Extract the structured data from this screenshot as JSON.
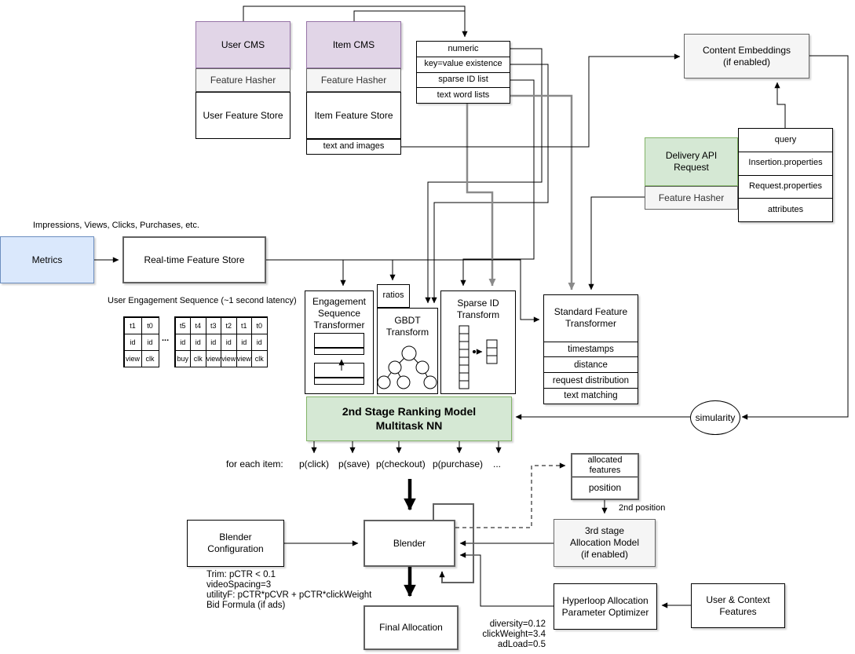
{
  "colors": {
    "purple": "#e1d5e7",
    "purple_border": "#9673a6",
    "green": "#d5e8d4",
    "green_border": "#82b366",
    "blue": "#dae8fc",
    "blue_border": "#6c8ebf",
    "gray": "#f5f5f5",
    "line": "#000000",
    "gray_line": "#8a8a8a"
  },
  "cms": {
    "user": {
      "title": "User CMS",
      "hasher": "Feature Hasher",
      "store": "User Feature Store"
    },
    "item": {
      "title": "Item CMS",
      "hasher": "Feature Hasher",
      "store": "Item Feature Store",
      "extra": "text and images"
    }
  },
  "feature_types": [
    "numeric",
    "key=value existence",
    "sparse ID list",
    "text word lists"
  ],
  "content_embeddings": "Content Embeddings\n(if enabled)",
  "delivery": {
    "title": "Delivery API\nRequest",
    "hasher": "Feature Hasher",
    "fields": [
      "query",
      "Insertion.properties",
      "Request.properties",
      "attributes"
    ]
  },
  "metrics": {
    "label": "Metrics",
    "note": "Impressions, Views, Clicks, Purchases, etc."
  },
  "realtime_store": {
    "label": "Real-time Feature Store",
    "sequence_note": "User Engagement Sequence (~1 second latency)"
  },
  "engagement_tables": {
    "left": [
      [
        "t1",
        "t0"
      ],
      [
        "id",
        "id"
      ],
      [
        "view",
        "clk"
      ]
    ],
    "ellipsis": "...",
    "right": [
      [
        "t5",
        "t4",
        "t3",
        "t2",
        "t1",
        "t0"
      ],
      [
        "id",
        "id",
        "id",
        "id",
        "id",
        "id"
      ],
      [
        "buy",
        "clk",
        "view",
        "view",
        "view",
        "clk"
      ]
    ]
  },
  "transformers": {
    "engagement": "Engagement\nSequence\nTransformer",
    "ratios": "ratios",
    "gbdt": "GBDT\nTransform",
    "sparse": "Sparse ID\nTransform",
    "standard": {
      "title": "Standard Feature\nTransformer",
      "rows": [
        "timestamps",
        "distance",
        "request distribution",
        "text matching"
      ]
    }
  },
  "ranking_model": "2nd Stage Ranking Model\nMultitask NN",
  "outputs": {
    "prefix": "for each item:",
    "items": [
      "p(click)",
      "p(save)",
      "p(checkout)",
      "p(purchase)",
      "..."
    ]
  },
  "simularity": "simularity",
  "allocation": {
    "features": "allocated\nfeatures",
    "position": "position",
    "second_position": "2nd position",
    "third_stage": "3rd stage\nAllocation Model\n(if enabled)"
  },
  "blender": {
    "config": "Blender\nConfiguration",
    "label": "Blender",
    "notes": "Trim: pCTR < 0.1\nvideoSpacing=3\nutilityF: pCTR*pCVR + pCTR*clickWeight\nBid Formula (if ads)",
    "final": "Final Allocation"
  },
  "hyperloop": {
    "label": "Hyperloop Allocation\nParameter Optimizer",
    "params": "diversity=0.12\nclickWeight=3.4\nadLoad=0.5",
    "user_context": "User & Context\nFeatures"
  }
}
